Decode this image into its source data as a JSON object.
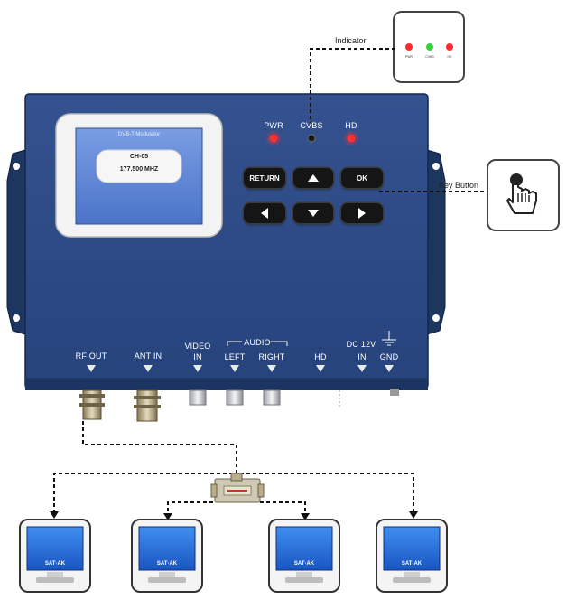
{
  "colors": {
    "device_body": "#2c4a86",
    "led_red": "#ff2a2a",
    "led_green": "#39d13a",
    "screen_blue": "#5f86d6"
  },
  "lcd": {
    "header": "DVB-T Modulator",
    "channel": "CH-05",
    "frequency": "177.500 MHZ"
  },
  "indicators": {
    "pwr": "PWR",
    "cvbs": "CVBS",
    "hd": "HD"
  },
  "buttons": {
    "return": "RETURN",
    "ok": "OK",
    "up_icon": "arrow-up-icon",
    "down_icon": "arrow-down-icon",
    "left_icon": "arrow-left-icon",
    "right_icon": "arrow-right-icon"
  },
  "callouts": {
    "indicator": "Indicator",
    "key_button": "Key Button",
    "key_icon": "pointing-hand-icon"
  },
  "ports": {
    "rf_out": "RF OUT",
    "ant_in": "ANT IN",
    "video": "VIDEO",
    "video_in": "IN",
    "audio": "AUDIO",
    "left": "LEFT",
    "right": "RIGHT",
    "hd": "HD",
    "dc": "DC 12V",
    "dc_in": "IN",
    "gnd": "GND"
  },
  "tv_screen_text": "SAT·AK"
}
